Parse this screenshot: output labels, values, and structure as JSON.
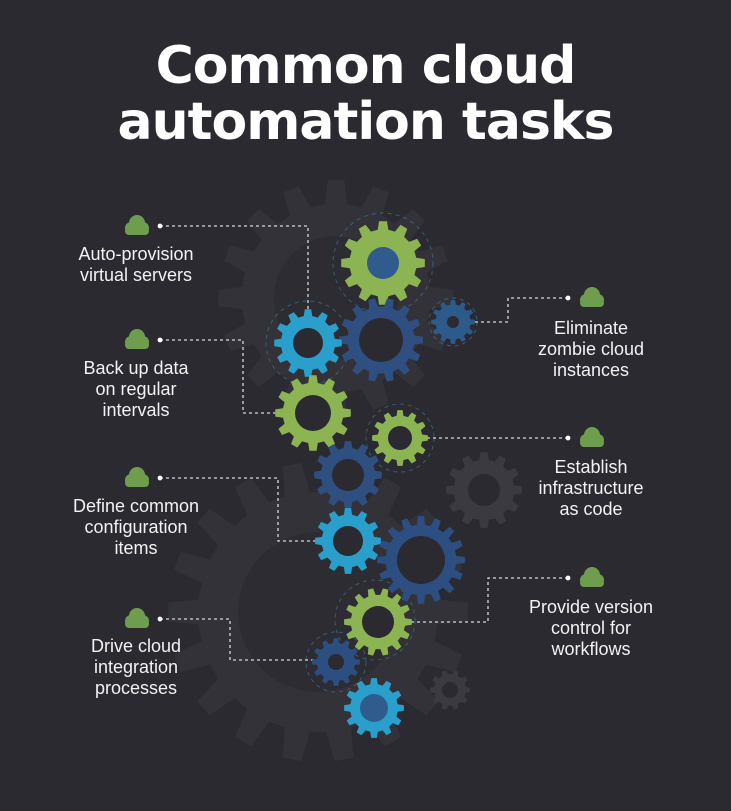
{
  "title": {
    "line1": "Common cloud",
    "line2": "automation tasks"
  },
  "colors": {
    "background": "#2b2a31",
    "green": "#8cb452",
    "blue": "#2a9fcb",
    "navy": "#2f4f80",
    "cloud": "#6e9e4d",
    "shadow_gear": "#38373e",
    "dark_gear": "#3b3a40"
  },
  "icons": [
    "cloud-icon",
    "gear-icon"
  ],
  "tasks_left": [
    {
      "line1": "Auto-provision",
      "line2": "virtual servers"
    },
    {
      "line1": "Back up data",
      "line2": "on regular",
      "line3": "intervals"
    },
    {
      "line1": "Define common",
      "line2": "configuration",
      "line3": "items"
    },
    {
      "line1": "Drive cloud",
      "line2": "integration",
      "line3": "processes"
    }
  ],
  "tasks_right": [
    {
      "line1": "Eliminate",
      "line2": "zombie cloud",
      "line3": "instances"
    },
    {
      "line1": "Establish",
      "line2": "infrastructure",
      "line3": "as code"
    },
    {
      "line1": "Provide version",
      "line2": "control for",
      "line3": "workflows"
    }
  ]
}
